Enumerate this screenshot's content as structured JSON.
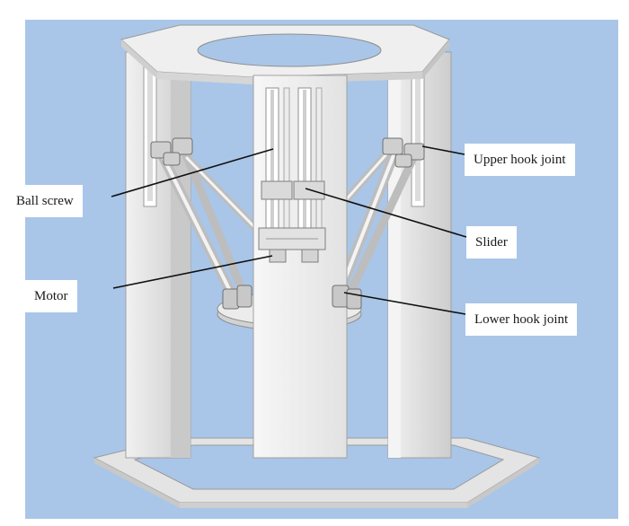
{
  "colors": {
    "background": "#a9c6e8",
    "frame": "#e6e6e6",
    "frame_shade": "#cfcfcf",
    "frame_edge": "#8f8f8f",
    "leader_line": "#111111",
    "label_box": "#ffffff"
  },
  "labels": {
    "upper_hook_joint": "Upper hook joint",
    "ball_screw": "Ball screw",
    "slider": "Slider",
    "motor": "Motor",
    "lower_hook_joint": "Lower hook joint"
  }
}
